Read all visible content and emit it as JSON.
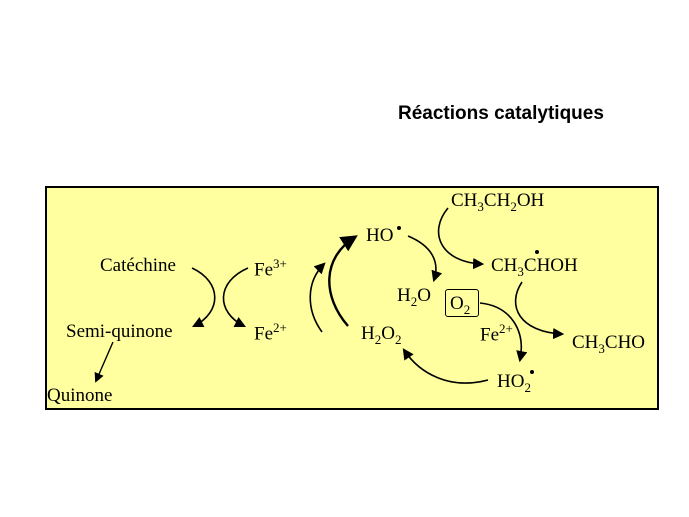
{
  "title": "Réactions catalytiques",
  "labels": {
    "catechine": "Catéchine",
    "semi_quinone": "Semi-quinone",
    "quinone": "Quinone",
    "fe": "Fe",
    "charge_3plus": "3+",
    "charge_2plus": "2+",
    "h": "H",
    "o": "O",
    "ho": "HO",
    "sub_2": "2",
    "sub_3": "3",
    "ch": "CH",
    "choh": "CHOH",
    "cho": "CHO",
    "oh": "OH"
  }
}
